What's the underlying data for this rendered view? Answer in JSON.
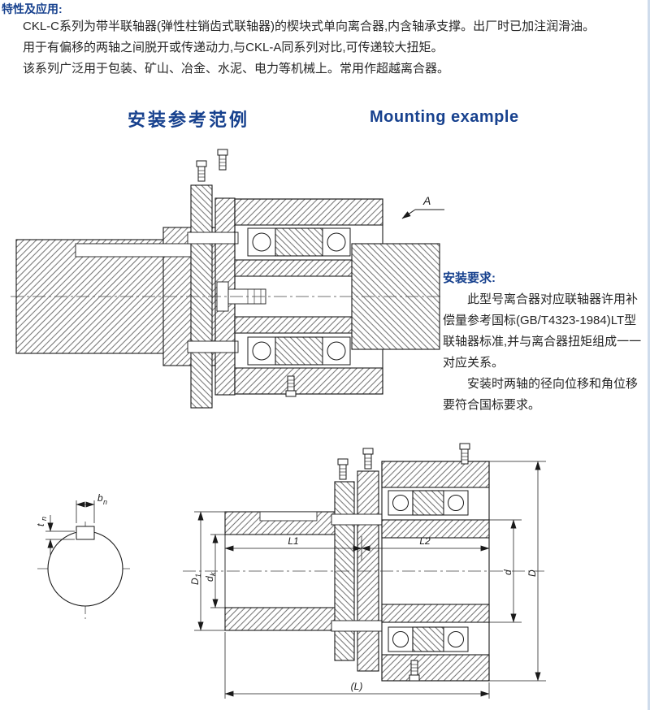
{
  "header": {
    "section_title": "特性及应用:",
    "paragraphs": [
      "CKL-C系列为带半联轴器(弹性柱销齿式联轴器)的楔块式单向离合器,内含轴承支撑。出厂时已加注润滑油。",
      "用于有偏移的两轴之间脱开或传递动力,与CKL-A同系列对比,可传递较大扭矩。",
      "该系列广泛用于包装、矿山、冶金、水泥、电力等机械上。常用作超越离合器。"
    ]
  },
  "titles": {
    "cn": "安装参考范例",
    "en": "Mounting example"
  },
  "install": {
    "title": "安装要求:",
    "paragraphs": [
      "此型号离合器对应联轴器许用补偿量参考国标(GB/T4323-1984)LT型联轴器标准,并与离合器扭矩组成一一对应关系。",
      "安装时两轴的径向位移和角位移要符合国标要求。"
    ]
  },
  "drawing1": {
    "view_label": "A"
  },
  "drawing2": {
    "dims": {
      "b_main": "b",
      "b_sub": "n",
      "t_main": "t",
      "t_sub": "n",
      "D1_main": "D",
      "D1_sub": "1",
      "dk_main": "d",
      "dk_sub": "k",
      "L1": "L1",
      "L2": "L2",
      "d": "d",
      "D": "D",
      "L_overall": "(L)"
    }
  },
  "colors": {
    "accent_blue": "#17418e",
    "body_text": "#262626",
    "line": "#1a1a1a"
  }
}
